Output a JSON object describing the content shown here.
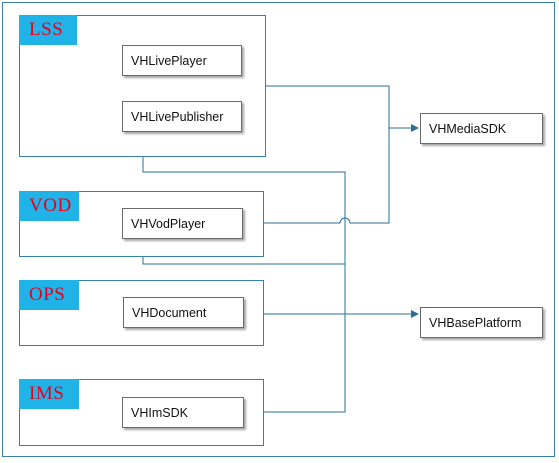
{
  "groups": {
    "lss": {
      "tag": "LSS",
      "modules": [
        "VHLivePlayer",
        "VHLivePublisher"
      ]
    },
    "vod": {
      "tag": "VOD",
      "modules": [
        "VHVodPlayer"
      ]
    },
    "ops": {
      "tag": "OPS",
      "modules": [
        "VHDocument"
      ]
    },
    "ims": {
      "tag": "IMS",
      "modules": [
        "VHImSDK"
      ]
    }
  },
  "targets": {
    "media": "VHMediaSDK",
    "base": "VHBasePlatform"
  },
  "colors": {
    "border": "#3a7fa8",
    "tag_bg": "#1fb3e8",
    "tag_text": "#e8001c",
    "connector": "#2e6f96"
  }
}
